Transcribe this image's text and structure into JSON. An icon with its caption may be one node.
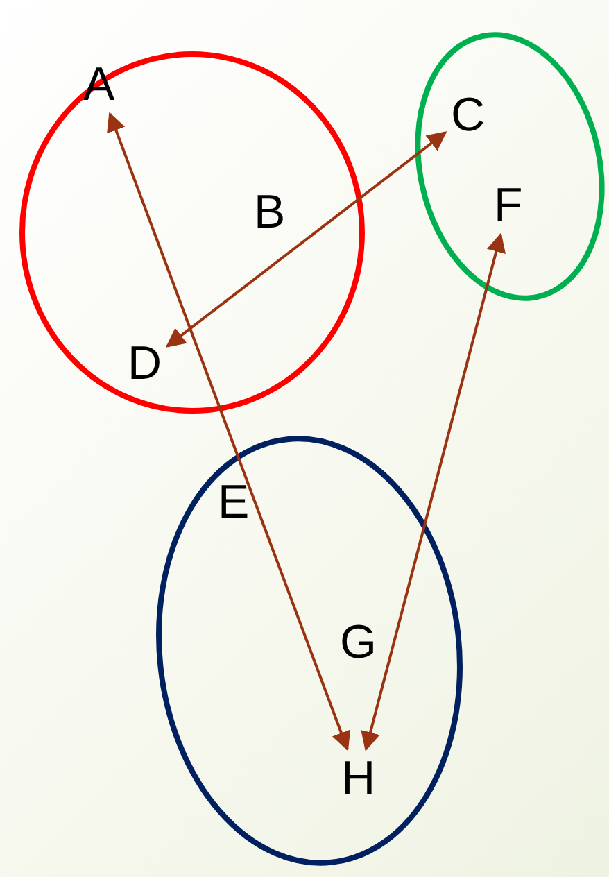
{
  "diagram": {
    "nodes": [
      {
        "text": [],
        "shape": "ellipse"
      },
      {
        "text": [
          "A"
        ],
        "in": 0
      },
      {
        "text": [
          "B"
        ],
        "in": 0
      },
      {
        "text": [
          "D"
        ],
        "in": 0
      },
      {
        "text": [],
        "shape": "ellipse"
      },
      {
        "text": [
          "C"
        ],
        "in": 4
      },
      {
        "text": [
          "F"
        ],
        "in": 4
      },
      {
        "text": [],
        "shape": "ellipse"
      },
      {
        "text": [
          "E"
        ],
        "in": 7
      },
      {
        "text": [
          "G"
        ],
        "in": 7
      },
      {
        "text": [
          "H"
        ],
        "in": 7
      }
    ],
    "edges": [
      {
        "from": 1,
        "to": 10,
        "arrow": "both"
      },
      {
        "from": 3,
        "to": 5,
        "arrow": "both"
      },
      {
        "from": 10,
        "to": 6,
        "arrow": "both"
      }
    ]
  }
}
